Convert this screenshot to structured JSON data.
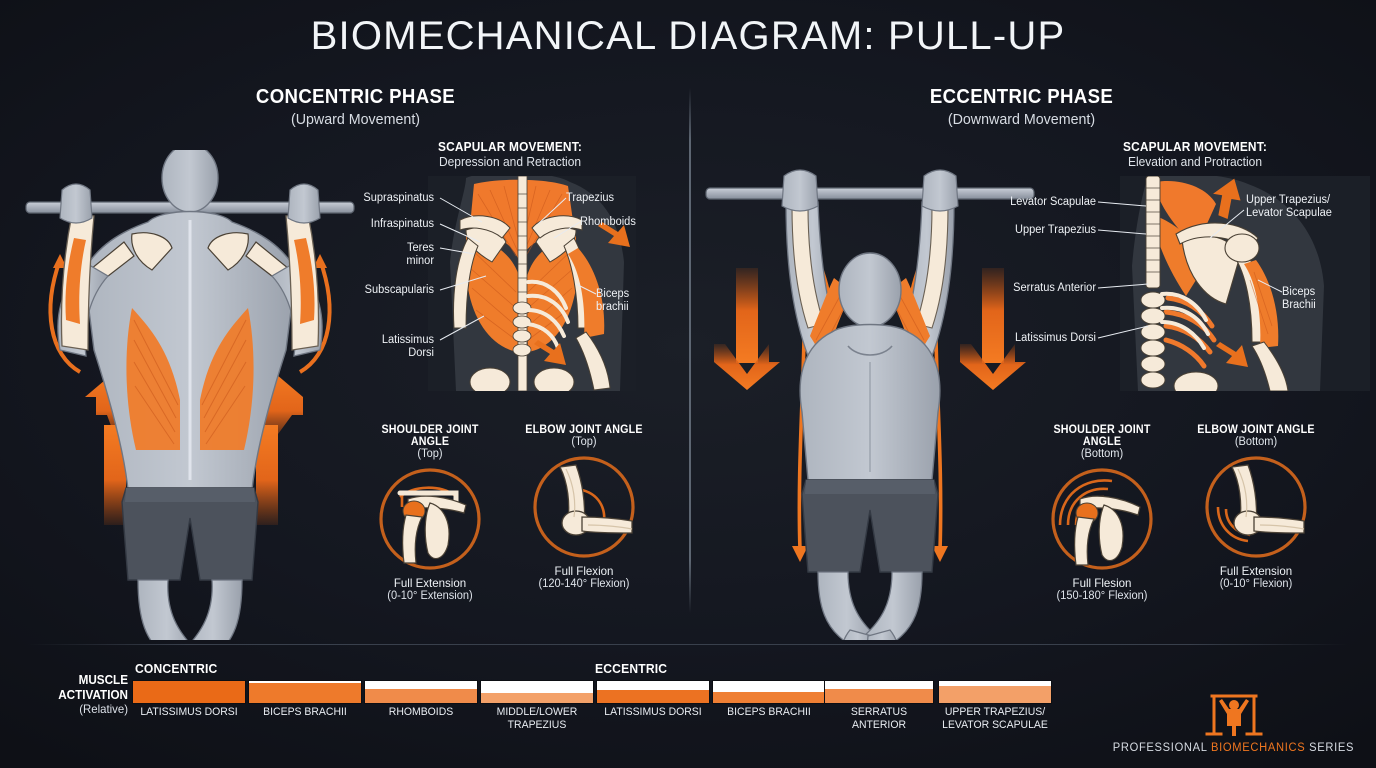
{
  "title": "BIOMECHANICAL DIAGRAM: PULL-UP",
  "colors": {
    "background": "#15181e",
    "accent_orange": "#ed6d1f",
    "muscle_orange": "#f0792c",
    "bone_cream": "#f6e9d8",
    "body_grey": "#b6bcc6",
    "shorts_grey": "#4c525c",
    "text_white": "#eef2f6"
  },
  "phases": {
    "left": {
      "title": "CONCENTRIC PHASE",
      "subtitle": "(Upward Movement)"
    },
    "right": {
      "title": "ECCENTRIC PHASE",
      "subtitle": "(Downward Movement)"
    }
  },
  "scapular": {
    "left": {
      "title": "SCAPULAR MOVEMENT:",
      "subtitle": "Depression and Retraction",
      "labels": [
        "Supraspinatus",
        "Infraspinatus",
        "Teres\nminor",
        "Subscapularis",
        "Latissimus\nDorsi",
        "Trapezius",
        "Rhomboids",
        "Biceps\nbrachii"
      ]
    },
    "right": {
      "title": "SCAPULAR MOVEMENT:",
      "subtitle": "Elevation and Protraction",
      "labels": [
        "Levator Scapulae",
        "Upper Trapezius",
        "Serratus Anterior",
        "Latissimus Dorsi",
        "Upper Trapezius/\nLevator Scapulae",
        "Biceps\nBrachii"
      ]
    }
  },
  "joints": [
    {
      "id": "shoulder-top",
      "title": "SHOULDER JOINT ANGLE",
      "position": "(Top)",
      "name": "Full Extension",
      "range": "(0-10° Extension)"
    },
    {
      "id": "elbow-top",
      "title": "ELBOW JOINT ANGLE",
      "position": "(Top)",
      "name": "Full Flexion",
      "range": "(120-140° Flexion)"
    },
    {
      "id": "shoulder-bottom",
      "title": "SHOULDER JOINT ANGLE",
      "position": "(Bottom)",
      "name": "Full Flesion",
      "range": "(150-180° Flexion)"
    },
    {
      "id": "elbow-bottom",
      "title": "ELBOW JOINT ANGLE",
      "position": "(Bottom)",
      "name": "Full Extension",
      "range": "(0-10° Flexion)"
    }
  ],
  "activation": {
    "label_line1": "MUSCLE",
    "label_line2": "ACTIVATION",
    "label_line3": "(Relative)",
    "groups": [
      {
        "name": "CONCENTRIC"
      },
      {
        "name": "ECCENTRIC"
      }
    ]
  },
  "chart_data": {
    "type": "bar",
    "title": "Muscle Activation (Relative)",
    "ylabel": "Relative activation",
    "ylim": [
      0,
      100
    ],
    "grid": false,
    "legend": "none",
    "series": [
      {
        "name": "CONCENTRIC",
        "categories": [
          "LATISSIMUS DORSI",
          "BICEPS BRACHII",
          "RHOMBOIDS",
          "MIDDLE/LOWER TRAPEZIUS"
        ],
        "values": [
          100,
          90,
          62,
          45
        ],
        "colors": [
          "#ea6a17",
          "#ee7a2b",
          "#f08b4a",
          "#f3a169"
        ]
      },
      {
        "name": "ECCENTRIC",
        "categories": [
          "LATISSIMUS DORSI",
          "BICEPS BRACHII",
          "SERRATUS ANTERIOR",
          "UPPER TRAPEZIUS/ LEVATOR SCAPULAE"
        ],
        "values": [
          58,
          50,
          62,
          78
        ],
        "colors": [
          "#ec7222",
          "#ef7f34",
          "#f08b4a",
          "#f3a068"
        ]
      }
    ]
  },
  "brand": {
    "prefix": "PROFESSIONAL ",
    "highlight": "BIOMECHANICS",
    "suffix": " SERIES"
  }
}
